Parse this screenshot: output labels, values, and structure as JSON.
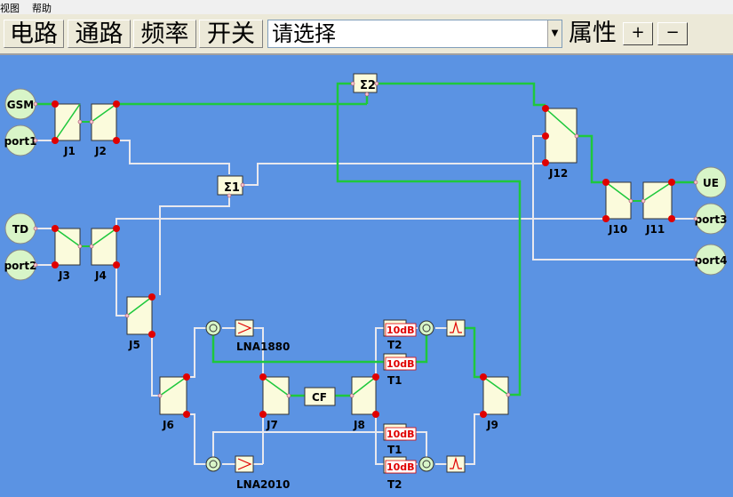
{
  "menu": {
    "view": "视图",
    "help": "帮助"
  },
  "toolbar": {
    "circuit": "电路",
    "path": "通路",
    "frequency": "频率",
    "switch": "开关",
    "select_value": "请选择",
    "properties": "属性",
    "plus": "+",
    "minus": "−"
  },
  "colors": {
    "canvas": "#5b93e3",
    "active_line": "#1ec83c",
    "inactive_line": "#e8e8ee",
    "node_red": "#e00000",
    "box_fill": "#fbfbdc",
    "port_fill": "#d8f5c8",
    "atten_text": "#e00000"
  },
  "ports": {
    "gsm": "GSM",
    "port1": "port1",
    "td": "TD",
    "port2": "port2",
    "ue": "UE",
    "port3": "port3",
    "port4": "port4"
  },
  "switches": {
    "j1": "J1",
    "j2": "J2",
    "j3": "J3",
    "j4": "J4",
    "j5": "J5",
    "j6": "J6",
    "j7": "J7",
    "j8": "J8",
    "j9": "J9",
    "j10": "J10",
    "j11": "J11",
    "j12": "J12"
  },
  "combiners": {
    "sum1": "Σ1",
    "sum2": "Σ2"
  },
  "components": {
    "lna1880": "LNA1880",
    "lna2010": "LNA2010",
    "cf": "CF",
    "att_top_a": "10dB",
    "att_top_a_label": "T2",
    "att_top_b": "10dB",
    "att_top_b_label": "T1",
    "att_bot_a": "10dB",
    "att_bot_a_label": "T1",
    "att_bot_b": "10dB",
    "att_bot_b_label": "T2"
  }
}
